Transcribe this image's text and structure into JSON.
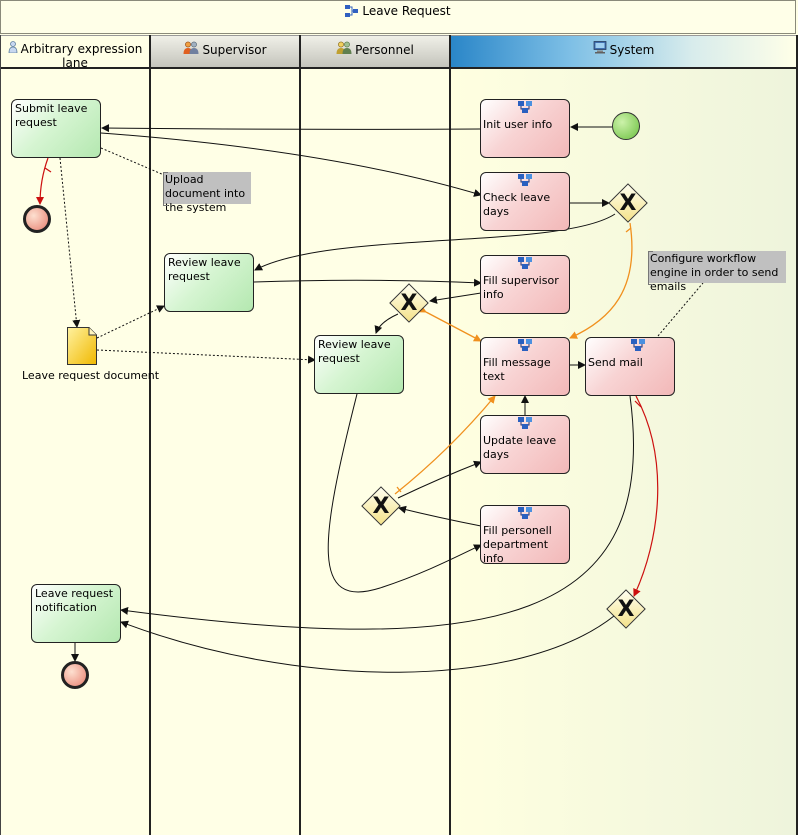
{
  "pool": {
    "title": "Leave Request"
  },
  "lanes": {
    "arbitrary": "Arbitrary expression lane",
    "supervisor": "Supervisor",
    "personnel": "Personnel",
    "system": "System"
  },
  "tasks": {
    "submit_leave_request": "Submit leave request",
    "review_leave_request_supervisor": "Review leave request",
    "review_leave_request_personnel": "Review leave request",
    "leave_request_notification": "Leave request notification",
    "init_user_info": "Init user info",
    "check_leave_days": "Check leave days",
    "fill_supervisor_info": "Fill supervisor info",
    "fill_message_text": "Fill message text",
    "send_mail": "Send mail",
    "update_leave_days": "Update leave days",
    "fill_personell_department_info": "Fill personell department info"
  },
  "notes": {
    "upload_document": "Upload document into the system",
    "configure_workflow": "Configure workflow engine in order to send emails"
  },
  "data_objects": {
    "leave_request_document": "Leave request document"
  },
  "gateway_symbol": "X",
  "colors": {
    "human_task": "#b4e8b0",
    "system_task": "#f2b8b8",
    "gateway": "#f4e28a",
    "start_event": "#6cc040",
    "end_event": "#e88070",
    "conditional_flow": "#f0901e",
    "default_flow": "#cc1010",
    "system_lane_header": "#2a86c8"
  },
  "icons": {
    "pool": "process-icon",
    "arbitrary_lane": "user-icon",
    "supervisor_lane": "group-icon",
    "personnel_lane": "group-icon",
    "system_lane": "computer-icon",
    "system_task": "service-task-icon"
  }
}
